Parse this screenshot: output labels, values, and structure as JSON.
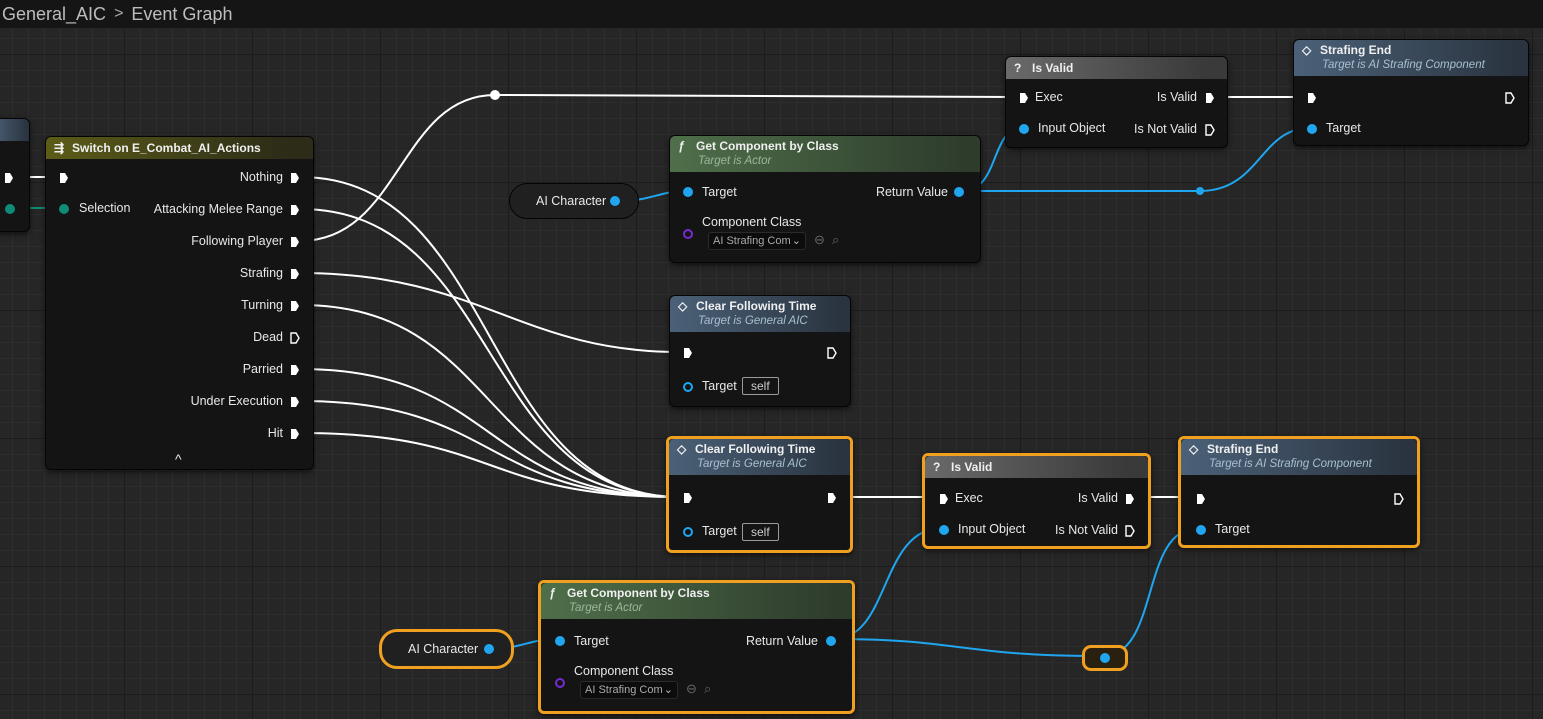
{
  "breadcrumb": {
    "graph_name": "General_AIC",
    "separator": ">",
    "page": "Event Graph"
  },
  "switch_node": {
    "title": "Switch on E_Combat_AI_Actions",
    "selection_label": "Selection",
    "outputs": [
      "Nothing",
      "Attacking Melee Range",
      "Following Player",
      "Strafing",
      "Turning",
      "Dead",
      "Parried",
      "Under Execution",
      "Hit"
    ],
    "collapse_arrow": "^"
  },
  "is_valid_top": {
    "title": "Is Valid",
    "exec": "Exec",
    "is_valid": "Is Valid",
    "input_object": "Input Object",
    "is_not_valid": "Is Not Valid"
  },
  "strafing_end_top": {
    "title": "Strafing End",
    "subtitle": "Target is AI Strafing Component",
    "target": "Target"
  },
  "get_component_top": {
    "title": "Get Component by Class",
    "subtitle": "Target is Actor",
    "target": "Target",
    "return_value": "Return Value",
    "component_class": "Component Class",
    "class_value": "AI Strafing Com"
  },
  "ai_character_top": {
    "label": "AI Character"
  },
  "clear_following_top": {
    "title": "Clear Following Time",
    "subtitle": "Target is General AIC",
    "target": "Target",
    "self": "self"
  },
  "clear_following_bottom": {
    "title": "Clear Following Time",
    "subtitle": "Target is General AIC",
    "target": "Target",
    "self": "self"
  },
  "is_valid_bottom": {
    "title": "Is Valid",
    "exec": "Exec",
    "is_valid": "Is Valid",
    "input_object": "Input Object",
    "is_not_valid": "Is Not Valid"
  },
  "strafing_end_bottom": {
    "title": "Strafing End",
    "subtitle": "Target is AI Strafing Component",
    "target": "Target"
  },
  "get_component_bottom": {
    "title": "Get Component by Class",
    "subtitle": "Target is Actor",
    "target": "Target",
    "return_value": "Return Value",
    "component_class": "Component Class",
    "class_value": "AI Strafing Com"
  },
  "ai_character_bottom": {
    "label": "AI Character"
  },
  "colors": {
    "exec_wire": "#ffffff",
    "object_wire": "#1fa6ef",
    "selection": "#f0a020",
    "switch_header": "#5c5c18",
    "pure_header": "#4f6f4a",
    "function_header": "#4b6178"
  }
}
